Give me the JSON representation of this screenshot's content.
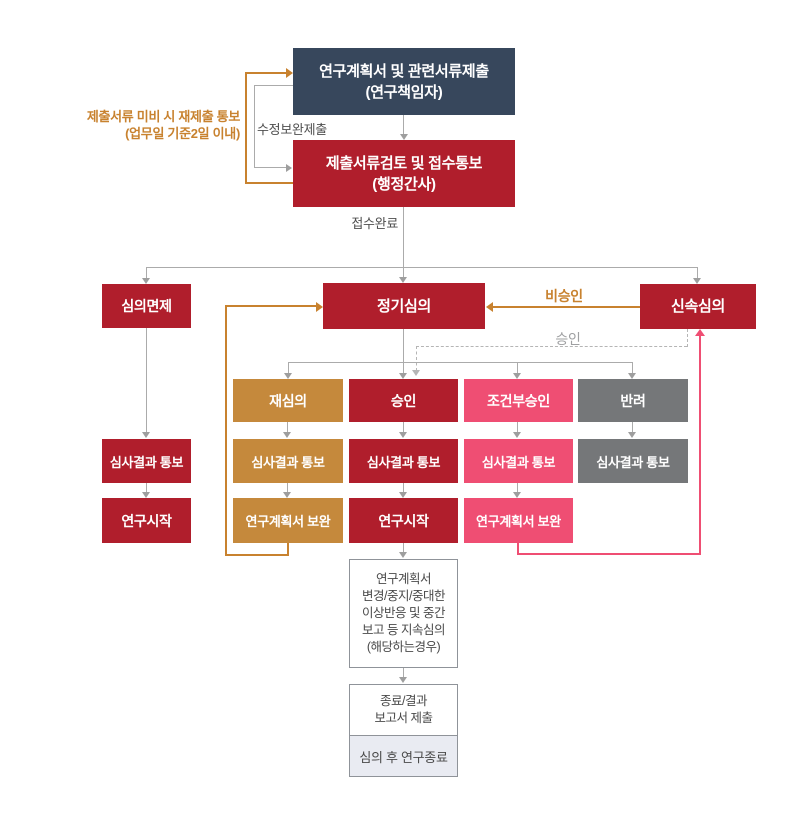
{
  "colors": {
    "navy": "#37475C",
    "red": "#B01E2C",
    "gold": "#C5893C",
    "pink": "#EF4E73",
    "gray_box": "#757779",
    "line_gray": "#ABABAB",
    "line_orange": "#C8822F",
    "line_pink": "#EF4E73",
    "dashed_gray": "#B5B5B5",
    "light_cell": "#E9EBF2"
  },
  "flow": {
    "plan_submit": {
      "title": "연구계획서 및 관련서류제출",
      "subtitle": "(연구책임자)"
    },
    "doc_review": {
      "title": "제출서류검토 및 접수통보",
      "subtitle": "(행정간사)"
    },
    "labels": {
      "resubmit_notice_line1": "제출서류 미비 시 재제출 통보",
      "resubmit_notice_line2": "(업무일 기준2일 이내)",
      "revise_submit": "수정보완제출",
      "receipt_done": "접수완료",
      "not_approved": "비승인",
      "approved": "승인"
    },
    "review_types": {
      "exempt": "심의면제",
      "regular": "정기심의",
      "expedited": "신속심의"
    },
    "outcomes": {
      "re_review": "재심의",
      "approval": "승인",
      "conditional": "조건부승인",
      "rejection": "반려"
    },
    "notify": "심사결과 통보",
    "study_start": "연구시작",
    "plan_revise": "연구계획서 보완",
    "continuing": {
      "lines": [
        "연구계획서",
        "변경/중지/중대한",
        "이상반응 및 중간",
        "보고 등 지속심의",
        "(해당하는경우)"
      ]
    },
    "final_report": {
      "lines": [
        "종료/결과",
        "보고서 제출"
      ]
    },
    "study_end": "심의 후 연구종료"
  }
}
